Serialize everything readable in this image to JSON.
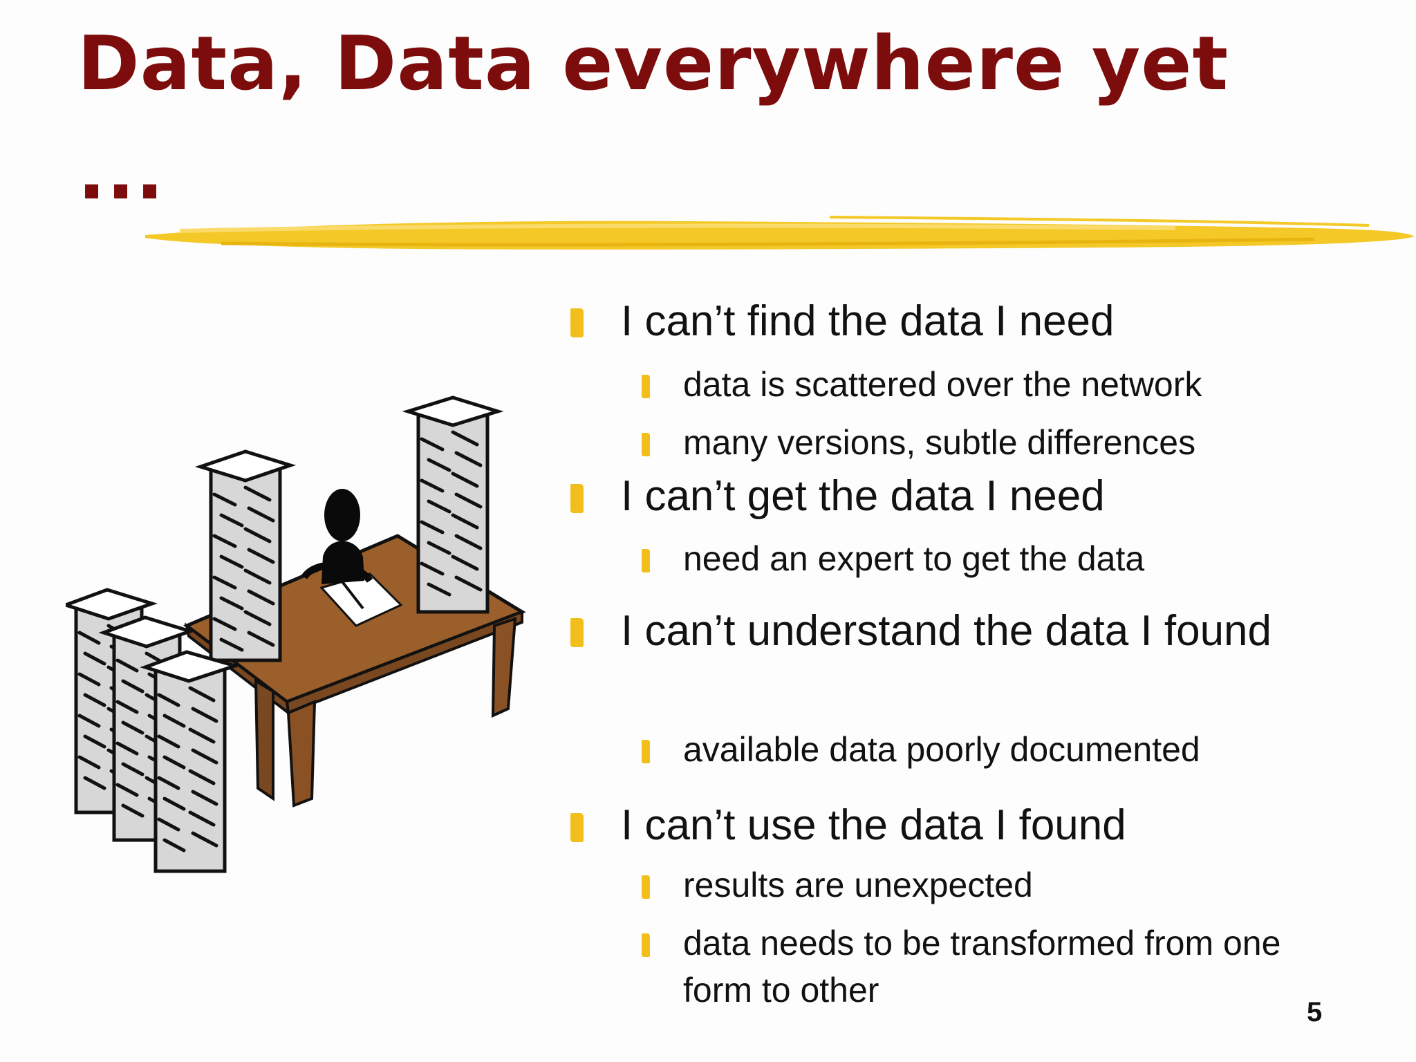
{
  "slide": {
    "title": "Data, Data everywhere yet ...",
    "page_number": "5",
    "accent_color": "#f2bf1a",
    "title_color": "#7d0c0c"
  },
  "bullets": [
    {
      "text": "I can’t find the data I need",
      "sub": [
        "data is scattered over the network",
        "many versions, subtle differences"
      ]
    },
    {
      "text": "I can’t get the data I need",
      "sub": [
        "need an expert to get the data"
      ]
    },
    {
      "text": "I can’t understand the data I found",
      "sub": [
        "available data poorly documented"
      ]
    },
    {
      "text": "I can’t use the data I found",
      "sub": [
        "results are unexpected",
        "data needs to be transformed from one form to other"
      ]
    }
  ]
}
